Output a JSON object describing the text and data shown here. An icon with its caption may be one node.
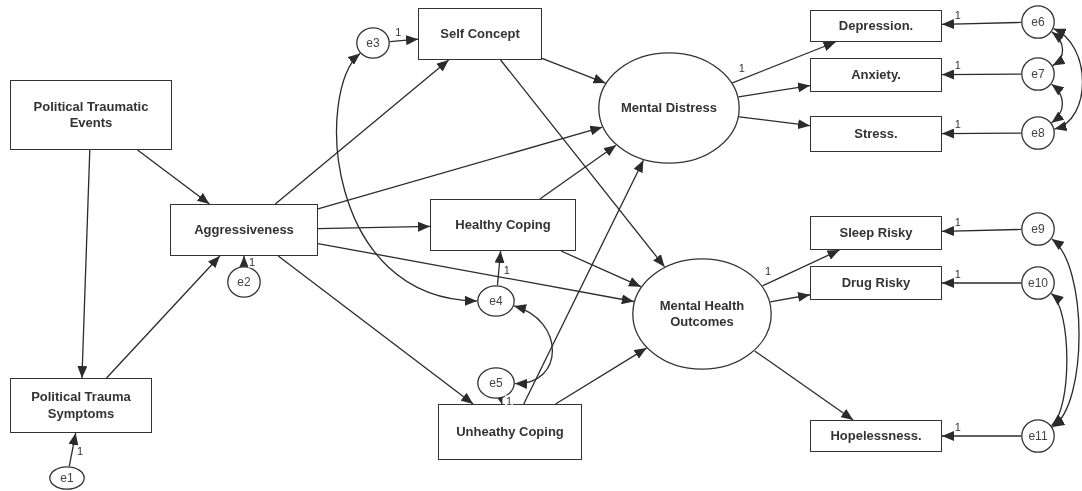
{
  "diagram": {
    "nodes": [
      {
        "text": [
          "Political Traumatic Events"
        ]
      },
      {
        "text": [
          "Political Trauma Symptoms"
        ]
      },
      {
        "text": [
          "Aggressiveness"
        ]
      },
      {
        "text": [
          "Self Concept"
        ]
      },
      {
        "text": [
          "Healthy Coping"
        ]
      },
      {
        "text": [
          "Unheathy Coping"
        ]
      },
      {
        "text": [
          "Mental Distress"
        ]
      },
      {
        "text": [
          "Mental Health Outcomes"
        ]
      },
      {
        "text": [
          "Depression."
        ]
      },
      {
        "text": [
          "Anxiety."
        ]
      },
      {
        "text": [
          "Stress."
        ]
      },
      {
        "text": [
          "Sleep Risky"
        ]
      },
      {
        "text": [
          "Drug Risky"
        ]
      },
      {
        "text": [
          "Hopelessness."
        ]
      },
      {
        "text": [
          "e1"
        ]
      },
      {
        "text": [
          "e2"
        ]
      },
      {
        "text": [
          "e3"
        ]
      },
      {
        "text": [
          "e4"
        ]
      },
      {
        "text": [
          "e5"
        ]
      },
      {
        "text": [
          "e6"
        ]
      },
      {
        "text": [
          "e7"
        ]
      },
      {
        "text": [
          "e8"
        ]
      },
      {
        "text": [
          "e9"
        ]
      },
      {
        "text": [
          "e10"
        ]
      },
      {
        "text": [
          "e11"
        ]
      }
    ],
    "edges": [
      {
        "from": 0,
        "to": 2,
        "arrow": "to"
      },
      {
        "from": 0,
        "to": 1,
        "arrow": "to"
      },
      {
        "from": 1,
        "to": 2,
        "arrow": "to"
      },
      {
        "from": 2,
        "to": 3,
        "arrow": "to"
      },
      {
        "from": 2,
        "to": 6,
        "arrow": "to"
      },
      {
        "from": 2,
        "to": 4,
        "arrow": "to"
      },
      {
        "from": 2,
        "to": 7,
        "arrow": "to"
      },
      {
        "from": 2,
        "to": 5,
        "arrow": "to"
      },
      {
        "from": 3,
        "to": 6,
        "arrow": "to"
      },
      {
        "from": 3,
        "to": 7,
        "arrow": "to"
      },
      {
        "from": 4,
        "to": 6,
        "arrow": "to"
      },
      {
        "from": 4,
        "to": 7,
        "arrow": "to"
      },
      {
        "from": 5,
        "to": 6,
        "arrow": "to"
      },
      {
        "from": 5,
        "to": 7,
        "arrow": "to"
      },
      {
        "from": 6,
        "to": 8,
        "arrow": "to",
        "label": "1"
      },
      {
        "from": 6,
        "to": 9,
        "arrow": "to"
      },
      {
        "from": 6,
        "to": 10,
        "arrow": "to"
      },
      {
        "from": 7,
        "to": 11,
        "arrow": "to",
        "label": "1"
      },
      {
        "from": 7,
        "to": 12,
        "arrow": "to"
      },
      {
        "from": 7,
        "to": 13,
        "arrow": "to"
      },
      {
        "from": 14,
        "to": 1,
        "arrow": "to",
        "label": "1"
      },
      {
        "from": 15,
        "to": 2,
        "arrow": "to",
        "label": "1"
      },
      {
        "from": 16,
        "to": 3,
        "arrow": "to",
        "label": "1"
      },
      {
        "from": 17,
        "to": 4,
        "arrow": "to",
        "label": "1"
      },
      {
        "from": 18,
        "to": 5,
        "arrow": "to",
        "label": "1"
      },
      {
        "from": 19,
        "to": 8,
        "arrow": "to",
        "label": "1"
      },
      {
        "from": 20,
        "to": 9,
        "arrow": "to",
        "label": "1"
      },
      {
        "from": 21,
        "to": 10,
        "arrow": "to",
        "label": "1"
      },
      {
        "from": 22,
        "to": 11,
        "arrow": "to",
        "label": "1"
      },
      {
        "from": 23,
        "to": 12,
        "arrow": "to",
        "label": "1"
      },
      {
        "from": 24,
        "to": 13,
        "arrow": "to",
        "label": "1"
      },
      {
        "from": 16,
        "to": 17,
        "arrow": "both"
      },
      {
        "from": 17,
        "to": 18,
        "arrow": "both"
      },
      {
        "from": 19,
        "to": 20,
        "arrow": "both"
      },
      {
        "from": 20,
        "to": 21,
        "arrow": "both"
      },
      {
        "from": 19,
        "to": 21,
        "arrow": "both"
      },
      {
        "from": 22,
        "to": 24,
        "arrow": "both"
      },
      {
        "from": 23,
        "to": 24,
        "arrow": "both"
      }
    ]
  }
}
